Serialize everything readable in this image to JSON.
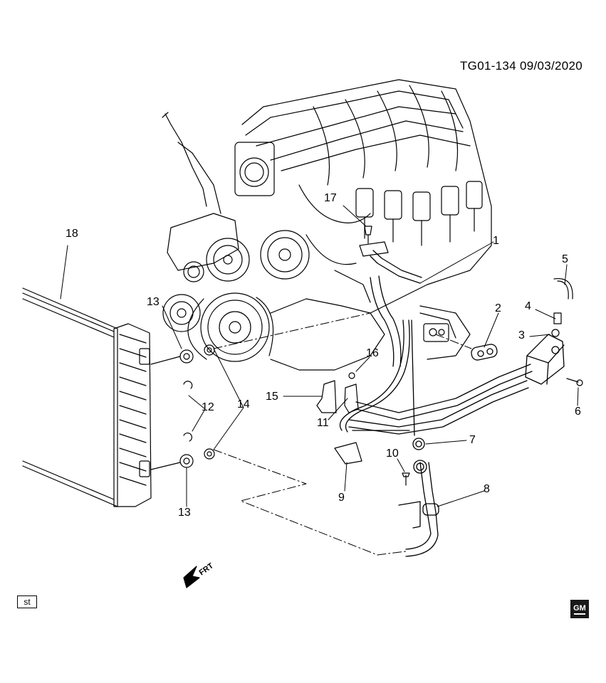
{
  "header": {
    "illustration_code": "TG01-134 09/03/2020"
  },
  "footer": {
    "view_tag": "st",
    "logo_text": "GM"
  },
  "direction_indicator": {
    "label": "FRT"
  },
  "callouts": [
    {
      "id": "c1",
      "label": "1"
    },
    {
      "id": "c2",
      "label": "2"
    },
    {
      "id": "c3",
      "label": "3"
    },
    {
      "id": "c4",
      "label": "4"
    },
    {
      "id": "c5",
      "label": "5"
    },
    {
      "id": "c6",
      "label": "6"
    },
    {
      "id": "c7",
      "label": "7"
    },
    {
      "id": "c8",
      "label": "8"
    },
    {
      "id": "c9",
      "label": "9"
    },
    {
      "id": "c10",
      "label": "10"
    },
    {
      "id": "c11",
      "label": "11"
    },
    {
      "id": "c12",
      "label": "12"
    },
    {
      "id": "c13a",
      "label": "13"
    },
    {
      "id": "c13b",
      "label": "13"
    },
    {
      "id": "c14",
      "label": "14"
    },
    {
      "id": "c15",
      "label": "15"
    },
    {
      "id": "c16",
      "label": "16"
    },
    {
      "id": "c17",
      "label": "17"
    },
    {
      "id": "c18",
      "label": "18"
    }
  ]
}
